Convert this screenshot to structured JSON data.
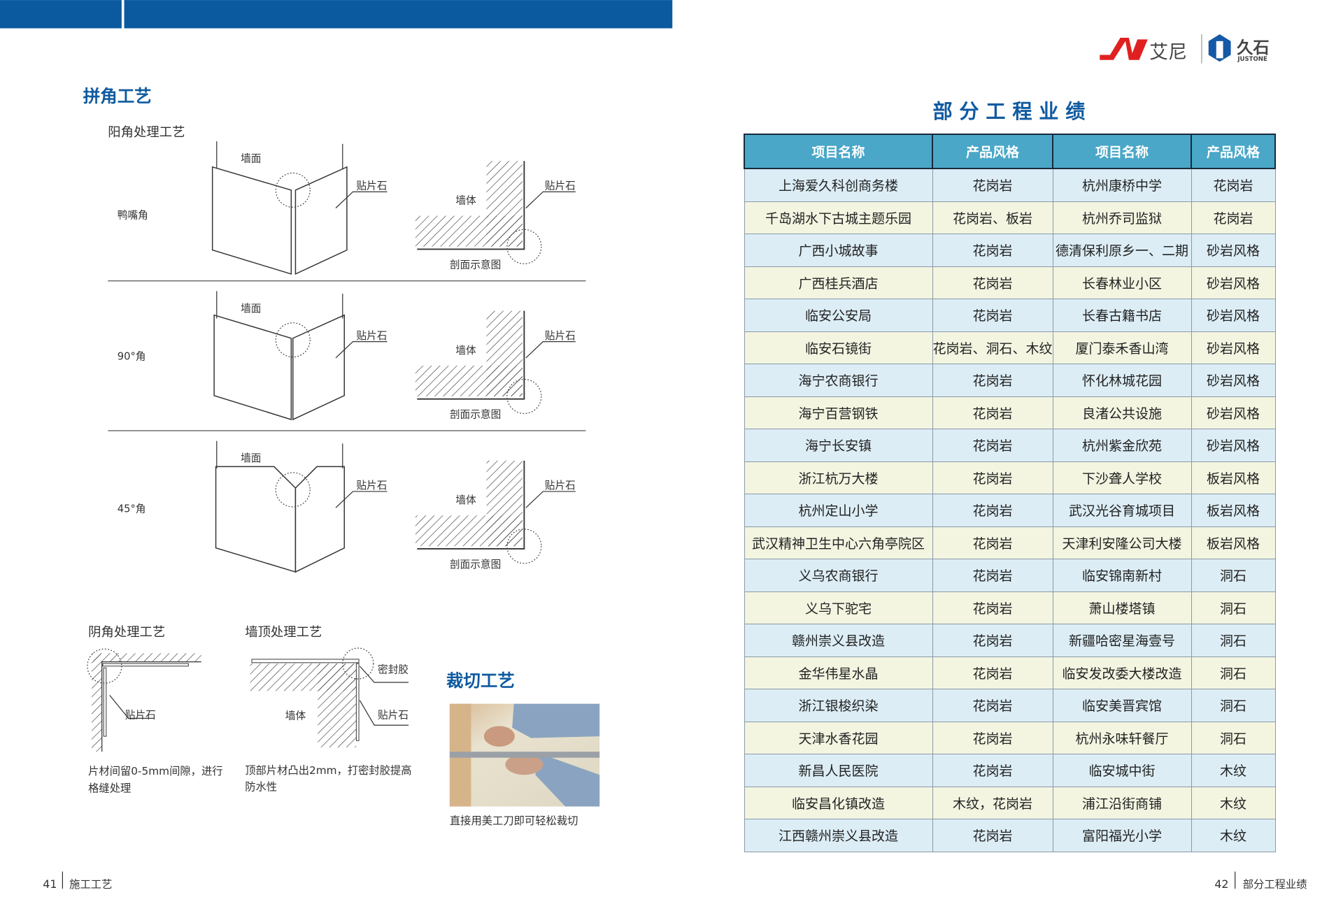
{
  "left_page": {
    "section_title": "拼角工艺",
    "outer_corner_title": "阳角处理工艺",
    "rows": [
      {
        "angle": "鸭嘴角",
        "wall_face": "墙面",
        "stone": "贴片石",
        "wall_body": "墙体",
        "stone2": "贴片石",
        "section_caption": "剖面示意图"
      },
      {
        "angle": "90°角",
        "wall_face": "墙面",
        "stone": "贴片石",
        "wall_body": "墙体",
        "stone2": "贴片石",
        "section_caption": "剖面示意图"
      },
      {
        "angle": "45°角",
        "wall_face": "墙面",
        "stone": "贴片石",
        "wall_body": "墙体",
        "stone2": "贴片石",
        "section_caption": "剖面示意图"
      }
    ],
    "inner_corner": {
      "title": "阴角处理工艺",
      "stone": "贴片石",
      "desc1": "片材间留0-5mm间隙，进行",
      "desc2": "格缝处理"
    },
    "wall_top": {
      "title": "墙顶处理工艺",
      "sealant": "密封胶",
      "wall_body": "墙体",
      "stone": "贴片石",
      "desc1": "顶部片材凸出2mm，打密封胶提高",
      "desc2": "防水性"
    },
    "cutting": {
      "title": "裁切工艺",
      "caption": "直接用美工刀即可轻松裁切"
    },
    "footer": {
      "page": "41",
      "label": "施工工艺"
    }
  },
  "right_page": {
    "logo": {
      "brand1": "艾尼",
      "brand2": "久石",
      "brand2_en": "JUSTONE"
    },
    "title": "部 分 工 程 业 绩",
    "table": {
      "headers": [
        "项目名称",
        "产品风格",
        "项目名称",
        "产品风格"
      ],
      "rows": [
        [
          "上海爱久科创商务楼",
          "花岗岩",
          "杭州康桥中学",
          "花岗岩"
        ],
        [
          "千岛湖水下古城主题乐园",
          "花岗岩、板岩",
          "杭州乔司监狱",
          "花岗岩"
        ],
        [
          "广西小城故事",
          "花岗岩",
          "德清保利原乡一、二期",
          "砂岩风格"
        ],
        [
          "广西桂兵酒店",
          "花岗岩",
          "长春林业小区",
          "砂岩风格"
        ],
        [
          "临安公安局",
          "花岗岩",
          "长春古籍书店",
          "砂岩风格"
        ],
        [
          "临安石镜街",
          "花岗岩、洞石、木纹",
          "厦门泰禾香山湾",
          "砂岩风格"
        ],
        [
          "海宁农商银行",
          "花岗岩",
          "怀化林城花园",
          "砂岩风格"
        ],
        [
          "海宁百营钢铁",
          "花岗岩",
          "良渚公共设施",
          "砂岩风格"
        ],
        [
          "海宁长安镇",
          "花岗岩",
          "杭州紫金欣苑",
          "砂岩风格"
        ],
        [
          "浙江杭万大楼",
          "花岗岩",
          "下沙聋人学校",
          "板岩风格"
        ],
        [
          "杭州定山小学",
          "花岗岩",
          "武汉光谷育城项目",
          "板岩风格"
        ],
        [
          "武汉精神卫生中心六角亭院区",
          "花岗岩",
          "天津利安隆公司大楼",
          "板岩风格"
        ],
        [
          "义乌农商银行",
          "花岗岩",
          "临安锦南新村",
          "洞石"
        ],
        [
          "义乌下驼宅",
          "花岗岩",
          "萧山楼塔镇",
          "洞石"
        ],
        [
          "赣州崇义县改造",
          "花岗岩",
          "新疆哈密星海壹号",
          "洞石"
        ],
        [
          "金华伟星水晶",
          "花岗岩",
          "临安发改委大楼改造",
          "洞石"
        ],
        [
          "浙江银梭织染",
          "花岗岩",
          "临安美晋宾馆",
          "洞石"
        ],
        [
          "天津水香花园",
          "花岗岩",
          "杭州永味轩餐厅",
          "洞石"
        ],
        [
          "新昌人民医院",
          "花岗岩",
          "临安城中街",
          "木纹"
        ],
        [
          "临安昌化镇改造",
          "木纹，花岗岩",
          "浦江沿街商铺",
          "木纹"
        ],
        [
          "江西赣州崇义县改造",
          "花岗岩",
          "富阳福光小学",
          "木纹"
        ]
      ]
    },
    "footer": {
      "page": "42",
      "label": "部分工程业绩"
    }
  },
  "colors": {
    "brand_blue": "#0f5aa0",
    "header_bar": "#0b5aa0",
    "table_header": "#4aa7c8",
    "row_blue": "#dcedf5",
    "row_yellow": "#f3f5e1",
    "logo_red": "#e02020"
  }
}
